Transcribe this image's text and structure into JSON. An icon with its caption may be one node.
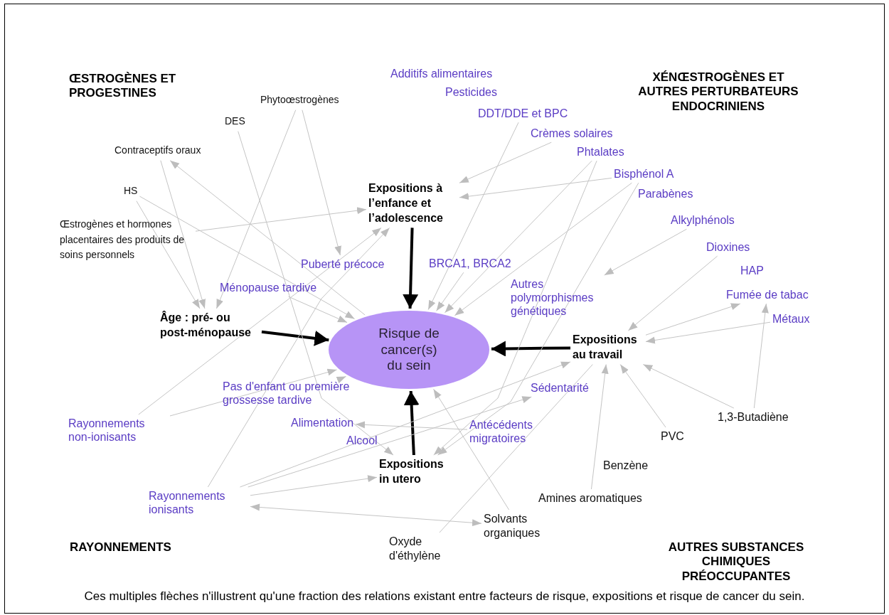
{
  "diagram": {
    "nodes": [
      {
        "text": [
          "Risque de cancer(s) du sein"
        ]
      },
      {
        "text": [
          "Expositions à l’enfance et l’adolescence"
        ]
      },
      {
        "text": [
          "Âge : pré- ou post-ménopause"
        ]
      },
      {
        "text": [
          "Expositions au travail"
        ]
      },
      {
        "text": [
          "Expositions in utero"
        ]
      },
      {
        "text": [
          "Phytoœstrogènes"
        ]
      },
      {
        "text": [
          "DES"
        ]
      },
      {
        "text": [
          "Contraceptifs oraux"
        ]
      },
      {
        "text": [
          "HS"
        ]
      },
      {
        "text": [
          "Œstrogènes et hormones placentaires des produits de soins personnels"
        ]
      },
      {
        "text": [
          "Puberté précoce"
        ]
      },
      {
        "text": [
          "Ménopause tardive"
        ]
      },
      {
        "text": [
          "Pas d'enfant ou première grossesse tardive"
        ]
      },
      {
        "text": [
          "Rayonnements non-ionisants"
        ]
      },
      {
        "text": [
          "Alimentation"
        ]
      },
      {
        "text": [
          "Alcool"
        ]
      },
      {
        "text": [
          "Rayonnements ionisants"
        ]
      },
      {
        "text": [
          "Oxyde d'éthylène"
        ]
      },
      {
        "text": [
          "Solvants organiques"
        ]
      },
      {
        "text": [
          "Antécédents migratoires"
        ]
      },
      {
        "text": [
          "Sédentarité"
        ]
      },
      {
        "text": [
          "BRCA1, BRCA2"
        ]
      },
      {
        "text": [
          "Autres polymorphismes génétiques"
        ]
      },
      {
        "text": [
          "Additifs alimentaires"
        ]
      },
      {
        "text": [
          "Pesticides"
        ]
      },
      {
        "text": [
          "DDT/DDE et BPC"
        ]
      },
      {
        "text": [
          "Crèmes solaires"
        ]
      },
      {
        "text": [
          "Phtalates"
        ]
      },
      {
        "text": [
          "Bisphénol A"
        ]
      },
      {
        "text": [
          "Parabènes"
        ]
      },
      {
        "text": [
          "Alkylphénols"
        ]
      },
      {
        "text": [
          "Dioxines"
        ]
      },
      {
        "text": [
          "HAP"
        ]
      },
      {
        "text": [
          "Fumée de tabac"
        ]
      },
      {
        "text": [
          "Métaux"
        ]
      },
      {
        "text": [
          "1,3-Butadiène"
        ]
      },
      {
        "text": [
          "PVC"
        ]
      },
      {
        "text": [
          "Benzène"
        ]
      },
      {
        "text": [
          "Amines aromatiques"
        ]
      }
    ],
    "edges": [
      {
        "from": 1,
        "to": 0,
        "arrow": "to",
        "style": "thick",
        "color": "#000000"
      },
      {
        "from": 2,
        "to": 0,
        "arrow": "to",
        "style": "thick",
        "color": "#000000"
      },
      {
        "from": 3,
        "to": 0,
        "arrow": "to",
        "style": "thick",
        "color": "#000000"
      },
      {
        "from": 4,
        "to": 0,
        "arrow": "to",
        "style": "thick",
        "color": "#000000"
      },
      {
        "from": 5,
        "to": 10,
        "arrow": "to"
      },
      {
        "from": 5,
        "to": 2,
        "arrow": "to"
      },
      {
        "from": 6,
        "to": 4,
        "arrow": "to"
      },
      {
        "from": 7,
        "to": 2,
        "arrow": "to"
      },
      {
        "from": 0,
        "to": 7,
        "arrow": "to"
      },
      {
        "from": 8,
        "to": 2,
        "arrow": "to"
      },
      {
        "from": 8,
        "to": 0,
        "arrow": "to"
      },
      {
        "from": 9,
        "to": 1,
        "arrow": "to"
      },
      {
        "from": 11,
        "to": 0,
        "arrow": "to"
      },
      {
        "from": 12,
        "to": 0,
        "arrow": "to"
      },
      {
        "from": 13,
        "to": 1,
        "arrow": "to"
      },
      {
        "from": 13,
        "to": 0,
        "arrow": "to"
      },
      {
        "from": 16,
        "to": 1,
        "arrow": "to"
      },
      {
        "from": 16,
        "to": 4,
        "arrow": "to"
      },
      {
        "from": 16,
        "to": 3,
        "arrow": "to"
      },
      {
        "from": 16,
        "to": 20,
        "arrow": "to"
      },
      {
        "from": 16,
        "to": 18,
        "arrow": "both"
      },
      {
        "from": 19,
        "to": 14,
        "arrow": "to"
      },
      {
        "from": 18,
        "to": 0,
        "arrow": "to"
      },
      {
        "from": 17,
        "to": 3,
        "arrow": "none"
      },
      {
        "from": 38,
        "to": 3,
        "arrow": "to"
      },
      {
        "from": 36,
        "to": 3,
        "arrow": "to"
      },
      {
        "from": 35,
        "to": 3,
        "arrow": "to"
      },
      {
        "from": 35,
        "to": 33,
        "arrow": "to"
      },
      {
        "from": 34,
        "to": 3,
        "arrow": "to"
      },
      {
        "from": 3,
        "to": 33,
        "arrow": "to"
      },
      {
        "from": 31,
        "to": 3,
        "arrow": "to"
      },
      {
        "from": 30,
        "to": 22,
        "arrow": "to"
      },
      {
        "from": 26,
        "to": 1,
        "arrow": "to"
      },
      {
        "from": 28,
        "to": 1,
        "arrow": "to"
      },
      {
        "from": 25,
        "to": 0,
        "arrow": "to"
      },
      {
        "from": 27,
        "to": 0,
        "arrow": "to"
      },
      {
        "from": 28,
        "to": 0,
        "arrow": "to"
      },
      {
        "from": 27,
        "to": 4,
        "arrow": "to"
      },
      {
        "from": 28,
        "to": 4,
        "arrow": "to"
      },
      {
        "from": 21,
        "to": 0,
        "arrow": "to"
      }
    ],
    "labels": [
      "ŒSTROGÈNES ET PROGESTINES",
      "XÉNŒSTROGÈNES ET AUTRES PERTURBATEURS ENDOCRINIENS",
      "RAYONNEMENTS",
      "AUTRES SUBSTANCES CHIMIQUES PRÉOCCUPANTES",
      "Ces multiples flèches n'illustrent qu'une fraction des relations existant entre facteurs de risque, expositions et risque de cancer du sein."
    ]
  }
}
